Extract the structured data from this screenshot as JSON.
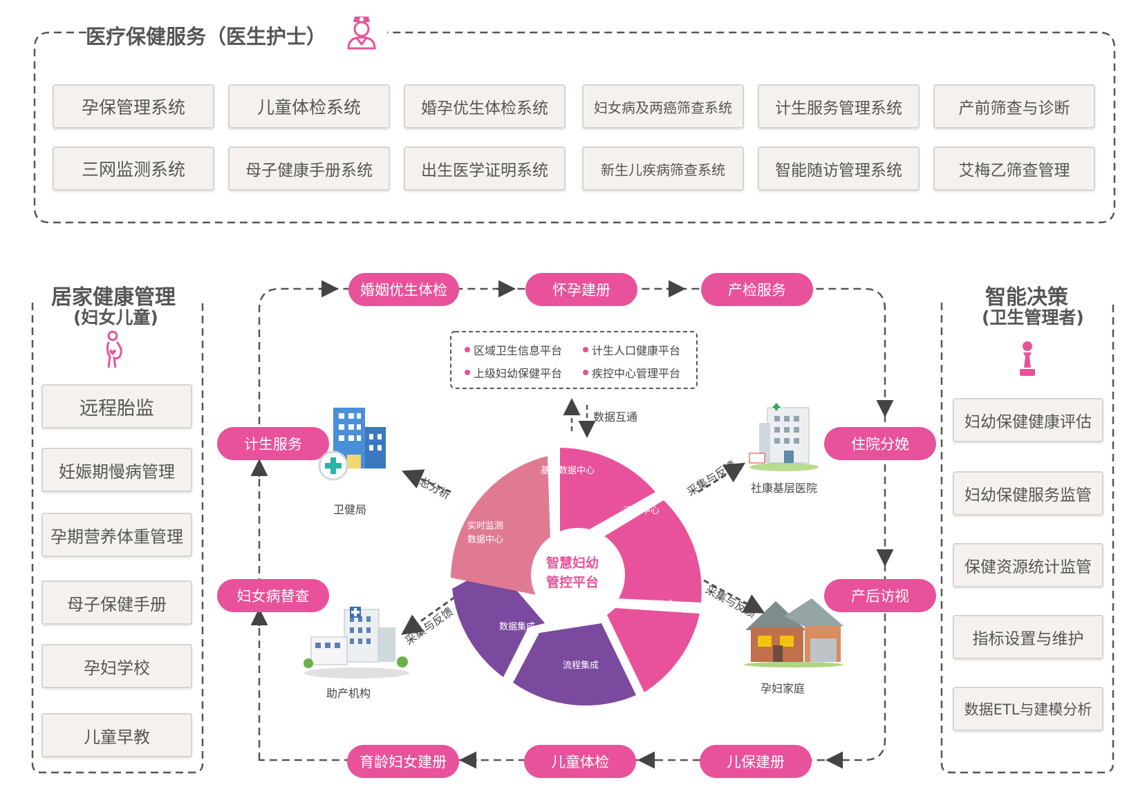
{
  "top": {
    "title": "医疗保健服务（医生护士）",
    "row1": [
      "孕保管理系统",
      "儿童体检系统",
      "婚孕优生体检系统",
      "妇女病及两癌筛查系统",
      "计生服务管理系统",
      "产前筛查与诊断"
    ],
    "row2": [
      "三网监测系统",
      "母子健康手册系统",
      "出生医学证明系统",
      "新生儿疾病筛查系统",
      "智能随访管理系统",
      "艾梅乙筛查管理"
    ]
  },
  "left": {
    "title": "居家健康管理",
    "subtitle": "(妇女儿童)",
    "items": [
      "远程胎监",
      "妊娠期慢病管理",
      "孕期营养体重管理",
      "母子保健手册",
      "孕妇学校",
      "儿童早教"
    ]
  },
  "right": {
    "title": "智能决策",
    "subtitle": "(卫生管理者)",
    "items": [
      "妇幼保健健康评估",
      "妇幼保健服务监管",
      "保健资源统计监管",
      "指标设置与维护",
      "数据ETL与建模分析"
    ]
  },
  "cycle": {
    "top": [
      "婚姻优生体检",
      "怀孕建册",
      "产检服务"
    ],
    "right": [
      "住院分娩",
      "产后访视"
    ],
    "bottom": [
      "育龄妇女建册",
      "儿童体检",
      "儿保建册"
    ],
    "left": [
      "计生服务",
      "妇女病替查"
    ]
  },
  "platforms": [
    "区域卫生信息平台",
    "计生人口健康平台",
    "上级妇幼保健平台",
    "疾控中心管理平台"
  ],
  "data_exchange": "数据互通",
  "wheel": {
    "center_line1": "智慧妇幼",
    "center_line2": "管控平台",
    "s1": "基础数据中心",
    "s2": "运营中心",
    "s3": "应用集成",
    "s4": "流程集成",
    "s5": "数据集成",
    "s6a": "实时监测",
    "s6b": "数据中心"
  },
  "nodes": {
    "health_bureau": "卫健局",
    "hospital": "社康基层医院",
    "midwifery": "助产机构",
    "family": "孕妇家庭"
  },
  "arrows": {
    "summary": "汇总分析",
    "collect1": "采集与反馈",
    "collect2": "采集与反馈",
    "collect3": "采集与反馈"
  },
  "colors": {
    "pink": "#e8529a",
    "lightpink": "#e07a92",
    "purple": "#7a4a9e",
    "border": "#666666"
  }
}
